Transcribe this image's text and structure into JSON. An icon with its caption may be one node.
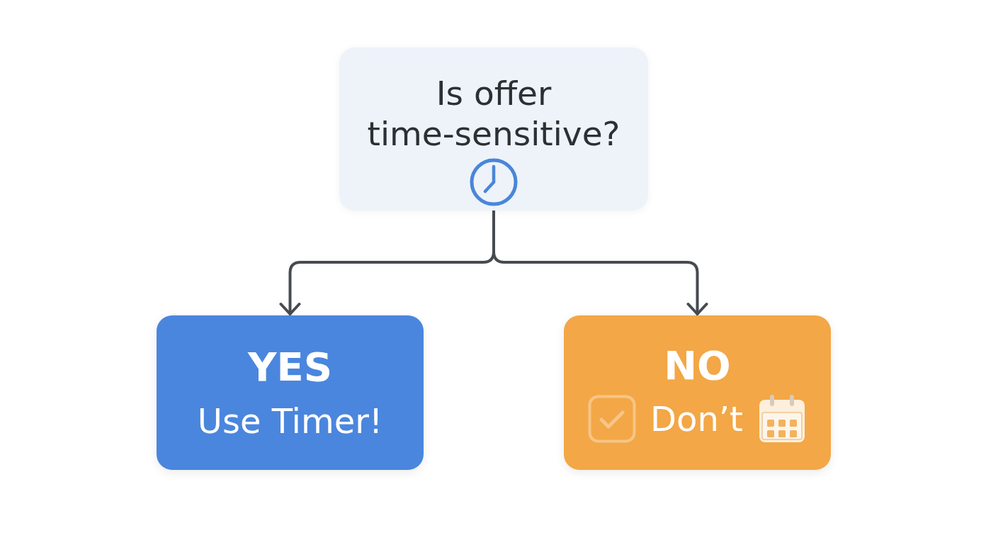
{
  "diagram": {
    "nodes": [
      {
        "text": [
          "Is offer time-sensitive?"
        ]
      },
      {
        "text": [
          "YES",
          "Use Timer!"
        ]
      },
      {
        "text": [
          "NO",
          "Don’t"
        ]
      }
    ],
    "edges": [
      {
        "from": 0,
        "to": 1,
        "arrow": "to"
      },
      {
        "from": 0,
        "to": 2,
        "arrow": "to"
      }
    ]
  }
}
